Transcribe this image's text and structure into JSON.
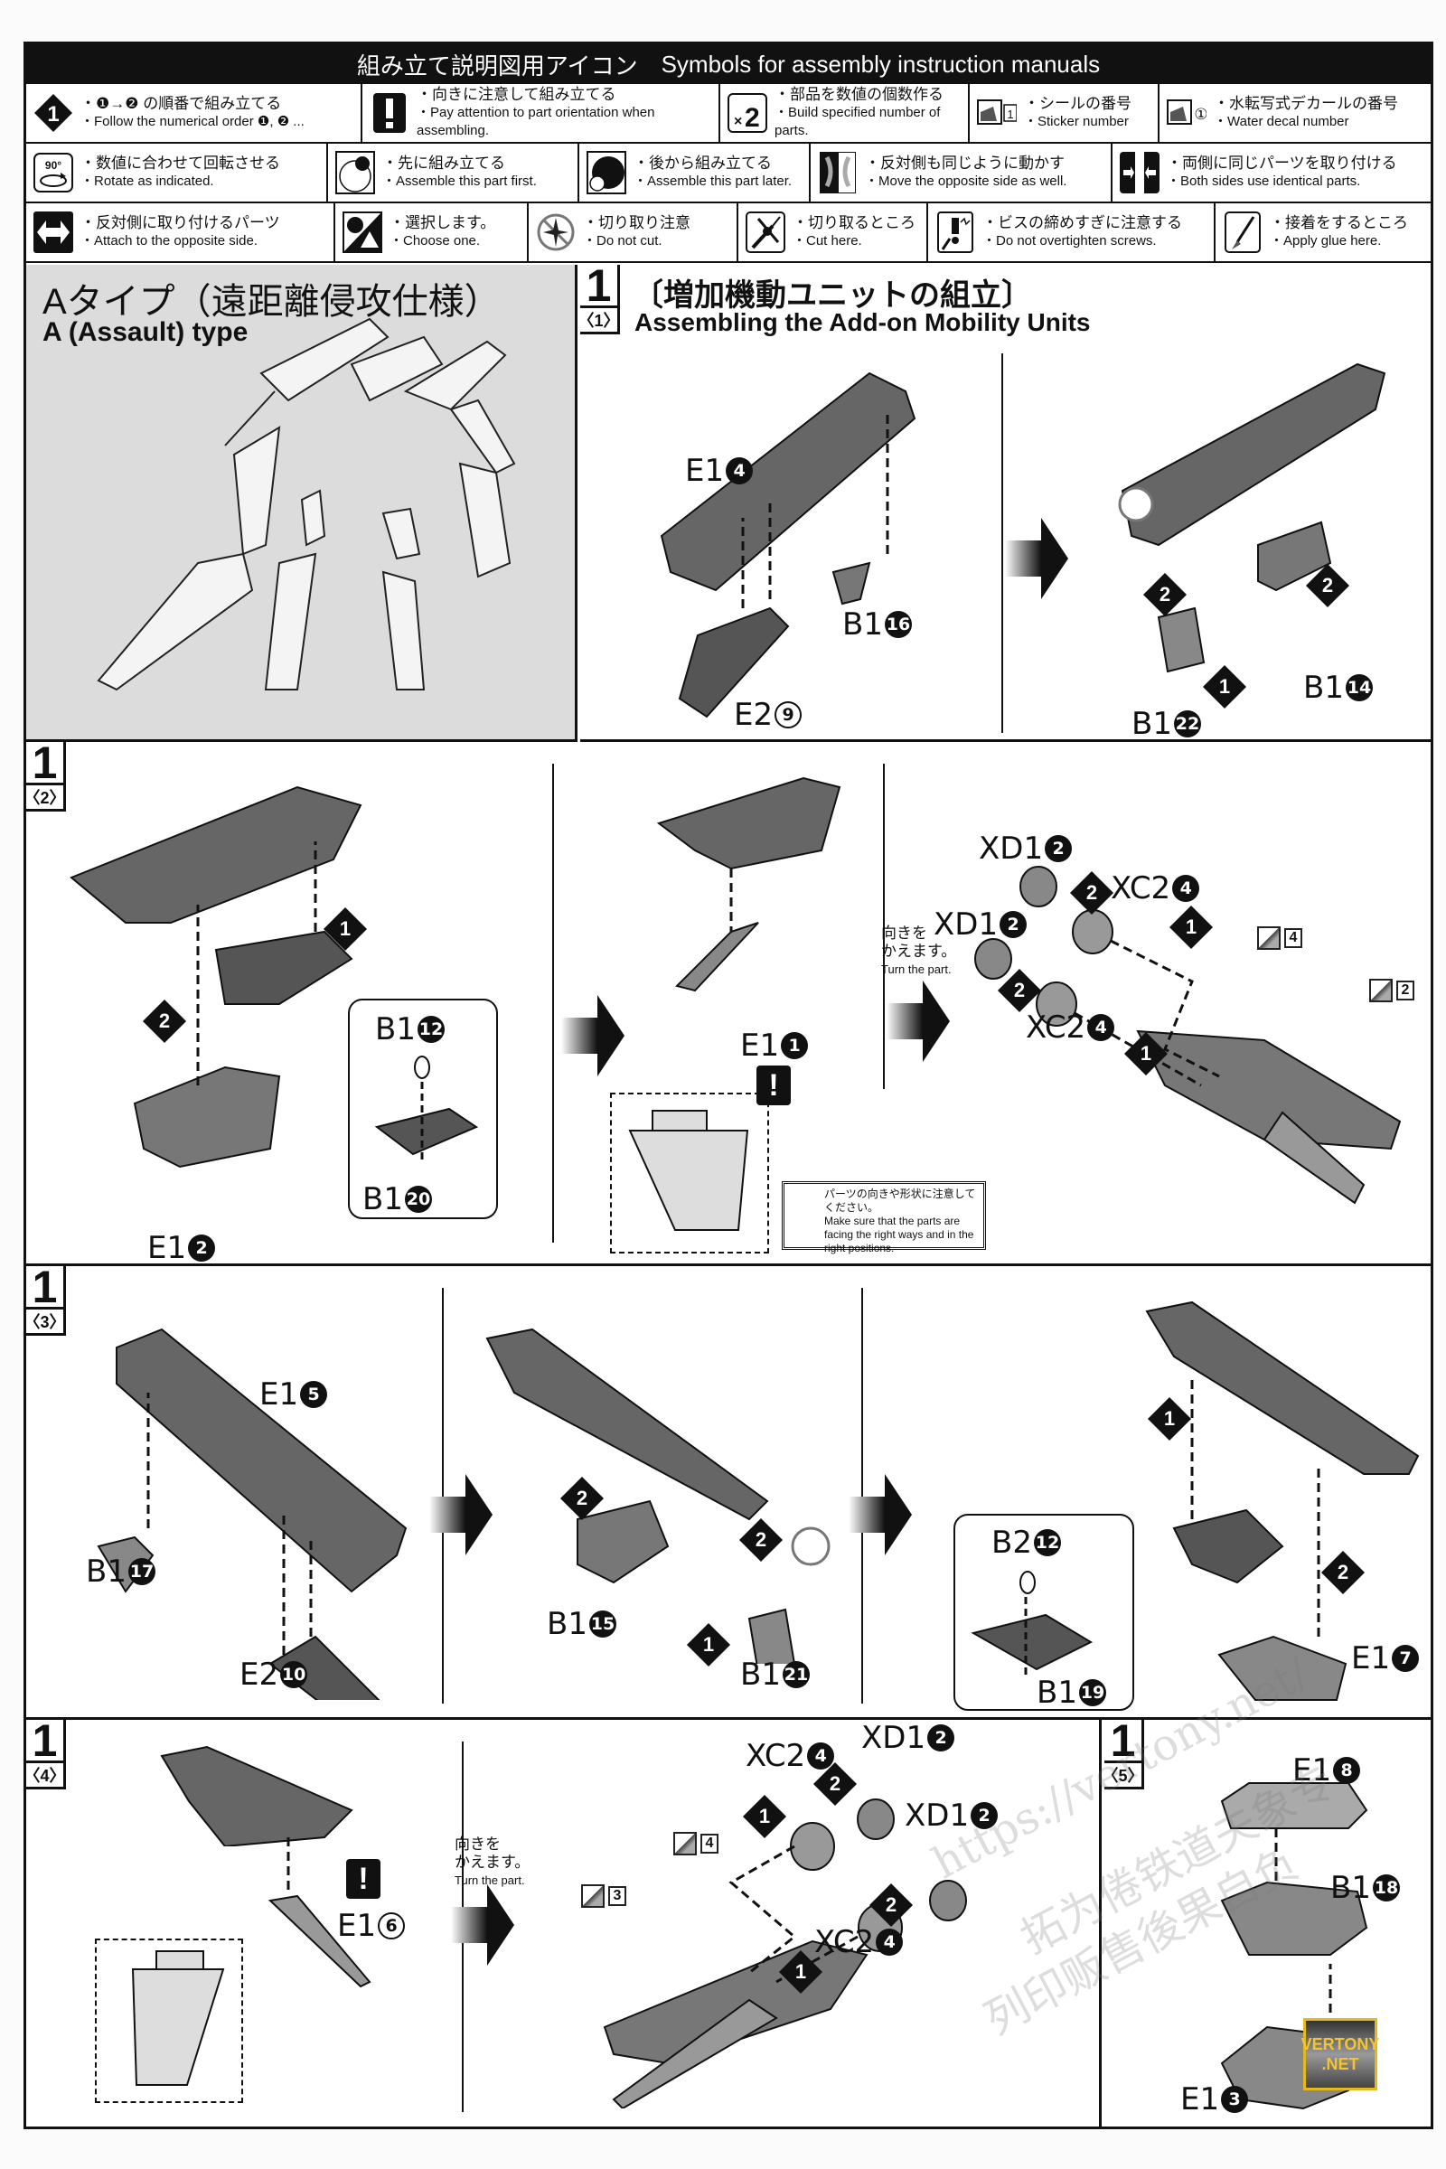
{
  "legend": {
    "title_jp": "組み立て説明図用アイコン",
    "title_en": "Symbols for assembly instruction manuals",
    "items": [
      {
        "icon": "numbered-diamond-icon",
        "jp": "・❶→❷ の順番で組み立てる",
        "en": "・Follow the numerical order ❶, ❷ ..."
      },
      {
        "icon": "exclamation-icon",
        "jp": "・向きに注意して組み立てる",
        "en": "・Pay attention to part orientation when assembling."
      },
      {
        "icon": "multiply-2-icon",
        "jp": "・部品を数値の個数作る",
        "en": "・Build specified number of parts."
      },
      {
        "icon": "sticker-icon",
        "jp": "・シールの番号",
        "en": "・Sticker number",
        "badge": "1"
      },
      {
        "icon": "water-decal-icon",
        "jp": "・水転写式デカールの番号",
        "en": "・Water decal number",
        "badge": "①"
      },
      {
        "icon": "rotate-icon",
        "jp": "・数値に合わせて回転させる",
        "en": "・Rotate as indicated.",
        "badge": "90°"
      },
      {
        "icon": "assemble-first-icon",
        "jp": "・先に組み立てる",
        "en": "・Assemble this part first."
      },
      {
        "icon": "assemble-later-icon",
        "jp": "・後から組み立てる",
        "en": "・Assemble this part later."
      },
      {
        "icon": "move-opposite-icon",
        "jp": "・反対側も同じように動かす",
        "en": "・Move the opposite side as well."
      },
      {
        "icon": "both-sides-icon",
        "jp": "・両側に同じパーツを取り付ける",
        "en": "・Both sides use identical parts."
      },
      {
        "icon": "opposite-side-icon",
        "jp": "・反対側に取り付けるパーツ",
        "en": "・Attach to the opposite side."
      },
      {
        "icon": "choose-one-icon",
        "jp": "・選択します。",
        "en": "・Choose one."
      },
      {
        "icon": "do-not-cut-icon",
        "jp": "・切り取り注意",
        "en": "・Do not cut."
      },
      {
        "icon": "cut-here-icon",
        "jp": "・切り取るところ",
        "en": "・Cut here."
      },
      {
        "icon": "screw-warning-icon",
        "jp": "・ビスの締めすぎに注意する",
        "en": "・Do not overtighten screws."
      },
      {
        "icon": "glue-icon",
        "jp": "・接着をするところ",
        "en": "・Apply glue here."
      }
    ]
  },
  "type_box": {
    "title_jp": "Aタイプ（遠距離侵攻仕様）",
    "title_en": "A (Assault) type"
  },
  "step1": {
    "number": "1",
    "title_jp": "〔増加機動ユニットの組立〕",
    "title_en": "Assembling the Add-on Mobility Units",
    "substeps": [
      {
        "sub": "〈1〉",
        "labels": [
          {
            "code": "E1",
            "num": "4"
          },
          {
            "code": "B1",
            "num": "16"
          },
          {
            "code": "E2",
            "num": "9"
          },
          {
            "code": "B1",
            "num": "14"
          },
          {
            "code": "B1",
            "num": "22"
          }
        ],
        "order": [
          "2",
          "2",
          "1"
        ]
      },
      {
        "sub": "〈2〉",
        "labels": [
          {
            "code": "E1",
            "num": "2"
          },
          {
            "code": "B1",
            "num": "12"
          },
          {
            "code": "B1",
            "num": "20"
          },
          {
            "code": "E1",
            "num": "1"
          },
          {
            "code": "XD1",
            "num": "2"
          },
          {
            "code": "XC2",
            "num": "4"
          },
          {
            "code": "XD1",
            "num": "2"
          },
          {
            "code": "XC2",
            "num": "4"
          }
        ],
        "order": [
          "1",
          "2",
          "2",
          "1",
          "2",
          "1"
        ],
        "stickers": [
          "4",
          "2"
        ],
        "turn_jp": "向きを\nかえます。",
        "turn_en": "Turn the part.",
        "notice_jp": "パーツの向きや形状に注意してください。",
        "notice_en": "Make sure that the parts are facing the right ways and in the right positions."
      },
      {
        "sub": "〈3〉",
        "labels": [
          {
            "code": "E1",
            "num": "5"
          },
          {
            "code": "B1",
            "num": "17"
          },
          {
            "code": "E2",
            "num": "10"
          },
          {
            "code": "B1",
            "num": "15"
          },
          {
            "code": "B1",
            "num": "21"
          },
          {
            "code": "B2",
            "num": "12"
          },
          {
            "code": "B1",
            "num": "19"
          },
          {
            "code": "E1",
            "num": "7"
          }
        ],
        "order": [
          "2",
          "2",
          "1",
          "1",
          "2"
        ]
      },
      {
        "sub": "〈4〉",
        "labels": [
          {
            "code": "E1",
            "num": "6"
          },
          {
            "code": "XC2",
            "num": "4"
          },
          {
            "code": "XD1",
            "num": "2"
          },
          {
            "code": "XD1",
            "num": "2"
          },
          {
            "code": "XC2",
            "num": "4"
          }
        ],
        "order": [
          "2",
          "1",
          "2",
          "1"
        ],
        "stickers": [
          "4",
          "3"
        ],
        "turn_jp": "向きを\nかえます。",
        "turn_en": "Turn the part."
      },
      {
        "sub": "〈5〉",
        "labels": [
          {
            "code": "E1",
            "num": "8"
          },
          {
            "code": "B1",
            "num": "18"
          },
          {
            "code": "E1",
            "num": "3"
          }
        ]
      }
    ]
  },
  "watermarks": {
    "url": "https://vertony.net/",
    "cn1": "拓为倦铁道夫象专",
    "cn2": "列印贩售後果自负",
    "badge_line1": "VERTONY",
    "badge_line2": ".NET"
  }
}
